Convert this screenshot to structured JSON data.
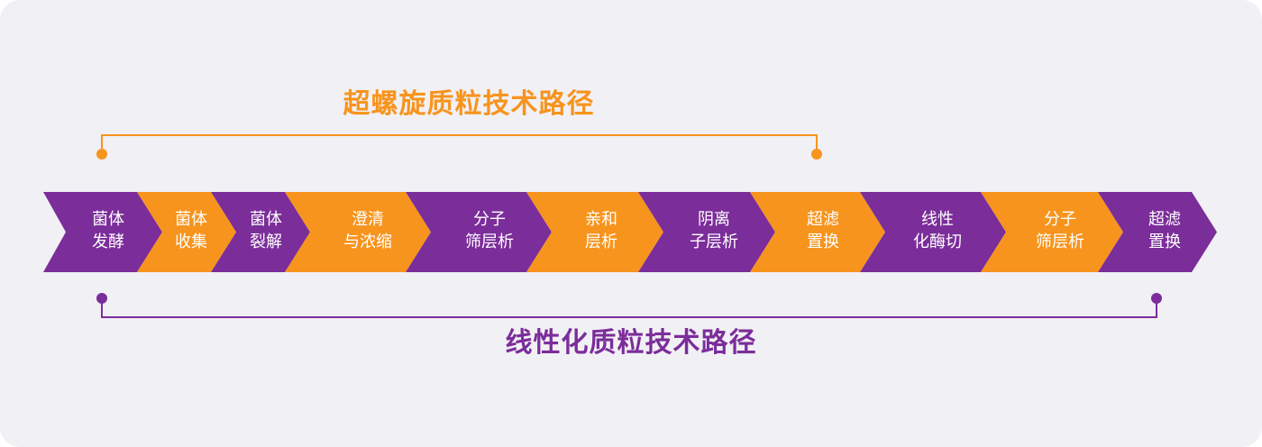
{
  "colors": {
    "background": "#f1f0f5",
    "purple": "#7b2d9a",
    "orange": "#f7941d",
    "text_on_step": "#ffffff"
  },
  "paths": {
    "spiral": {
      "title": "超螺旋质粒技术路径",
      "color": "#f7941d",
      "start_step": 1,
      "end_step": 8
    },
    "linear": {
      "title": "线性化质粒技术路径",
      "color": "#7b2d9a",
      "start_step": 1,
      "end_step": 11
    }
  },
  "steps": [
    {
      "lines": [
        "菌体",
        "发酵"
      ],
      "color": "purple"
    },
    {
      "lines": [
        "菌体",
        "收集"
      ],
      "color": "orange"
    },
    {
      "lines": [
        "菌体",
        "裂解"
      ],
      "color": "purple"
    },
    {
      "lines": [
        "澄清",
        "与浓缩"
      ],
      "color": "orange"
    },
    {
      "lines": [
        "分子",
        "筛层析"
      ],
      "color": "purple"
    },
    {
      "lines": [
        "亲和",
        "层析"
      ],
      "color": "orange"
    },
    {
      "lines": [
        "阴离",
        "子层析"
      ],
      "color": "purple"
    },
    {
      "lines": [
        "超滤",
        "置换"
      ],
      "color": "orange"
    },
    {
      "lines": [
        "线性",
        "化酶切"
      ],
      "color": "purple"
    },
    {
      "lines": [
        "分子",
        "筛层析"
      ],
      "color": "orange"
    },
    {
      "lines": [
        "超滤",
        "置换"
      ],
      "color": "purple"
    }
  ]
}
